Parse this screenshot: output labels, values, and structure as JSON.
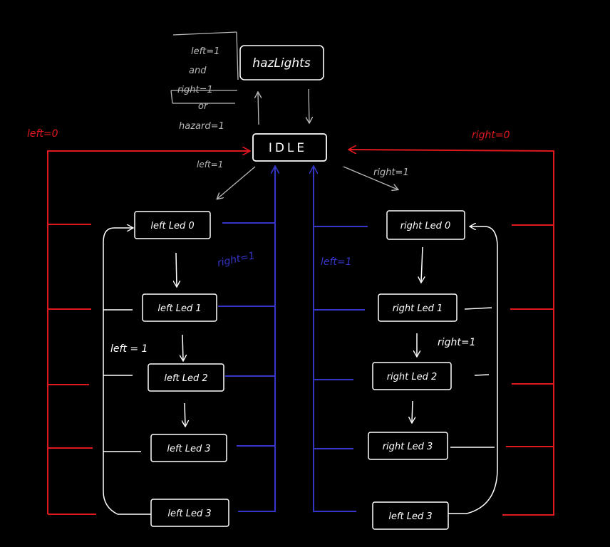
{
  "colors": {
    "background": "#000000",
    "node": "#ffffff",
    "haz": "#b8b8b8",
    "reset": "#e0191f",
    "back": "#3535c8",
    "advance": "#ffffff"
  },
  "states": {
    "haz": "hazLights",
    "idle": "IDLE",
    "left0": "left Led 0",
    "left1": "left Led 1",
    "left2": "left Led 2",
    "left3": "left Led 3",
    "left4": "left Led 3",
    "right0": "right Led 0",
    "right1": "right Led 1",
    "right2": "right Led 2",
    "right3": "right Led 3",
    "right4": "left Led 3"
  },
  "labels": {
    "haz_cond_1": "left=1",
    "haz_cond_2": "and",
    "haz_cond_3": "right=1",
    "haz_cond_4": "or",
    "haz_cond_5": "hazard=1",
    "left_reset": "left=0",
    "right_reset": "right=0",
    "idle_to_left": "left=1",
    "idle_to_right": "right=1",
    "left_back": "right=1",
    "right_back": "left=1",
    "left_loop": "left = 1",
    "right_loop": "right=1"
  }
}
